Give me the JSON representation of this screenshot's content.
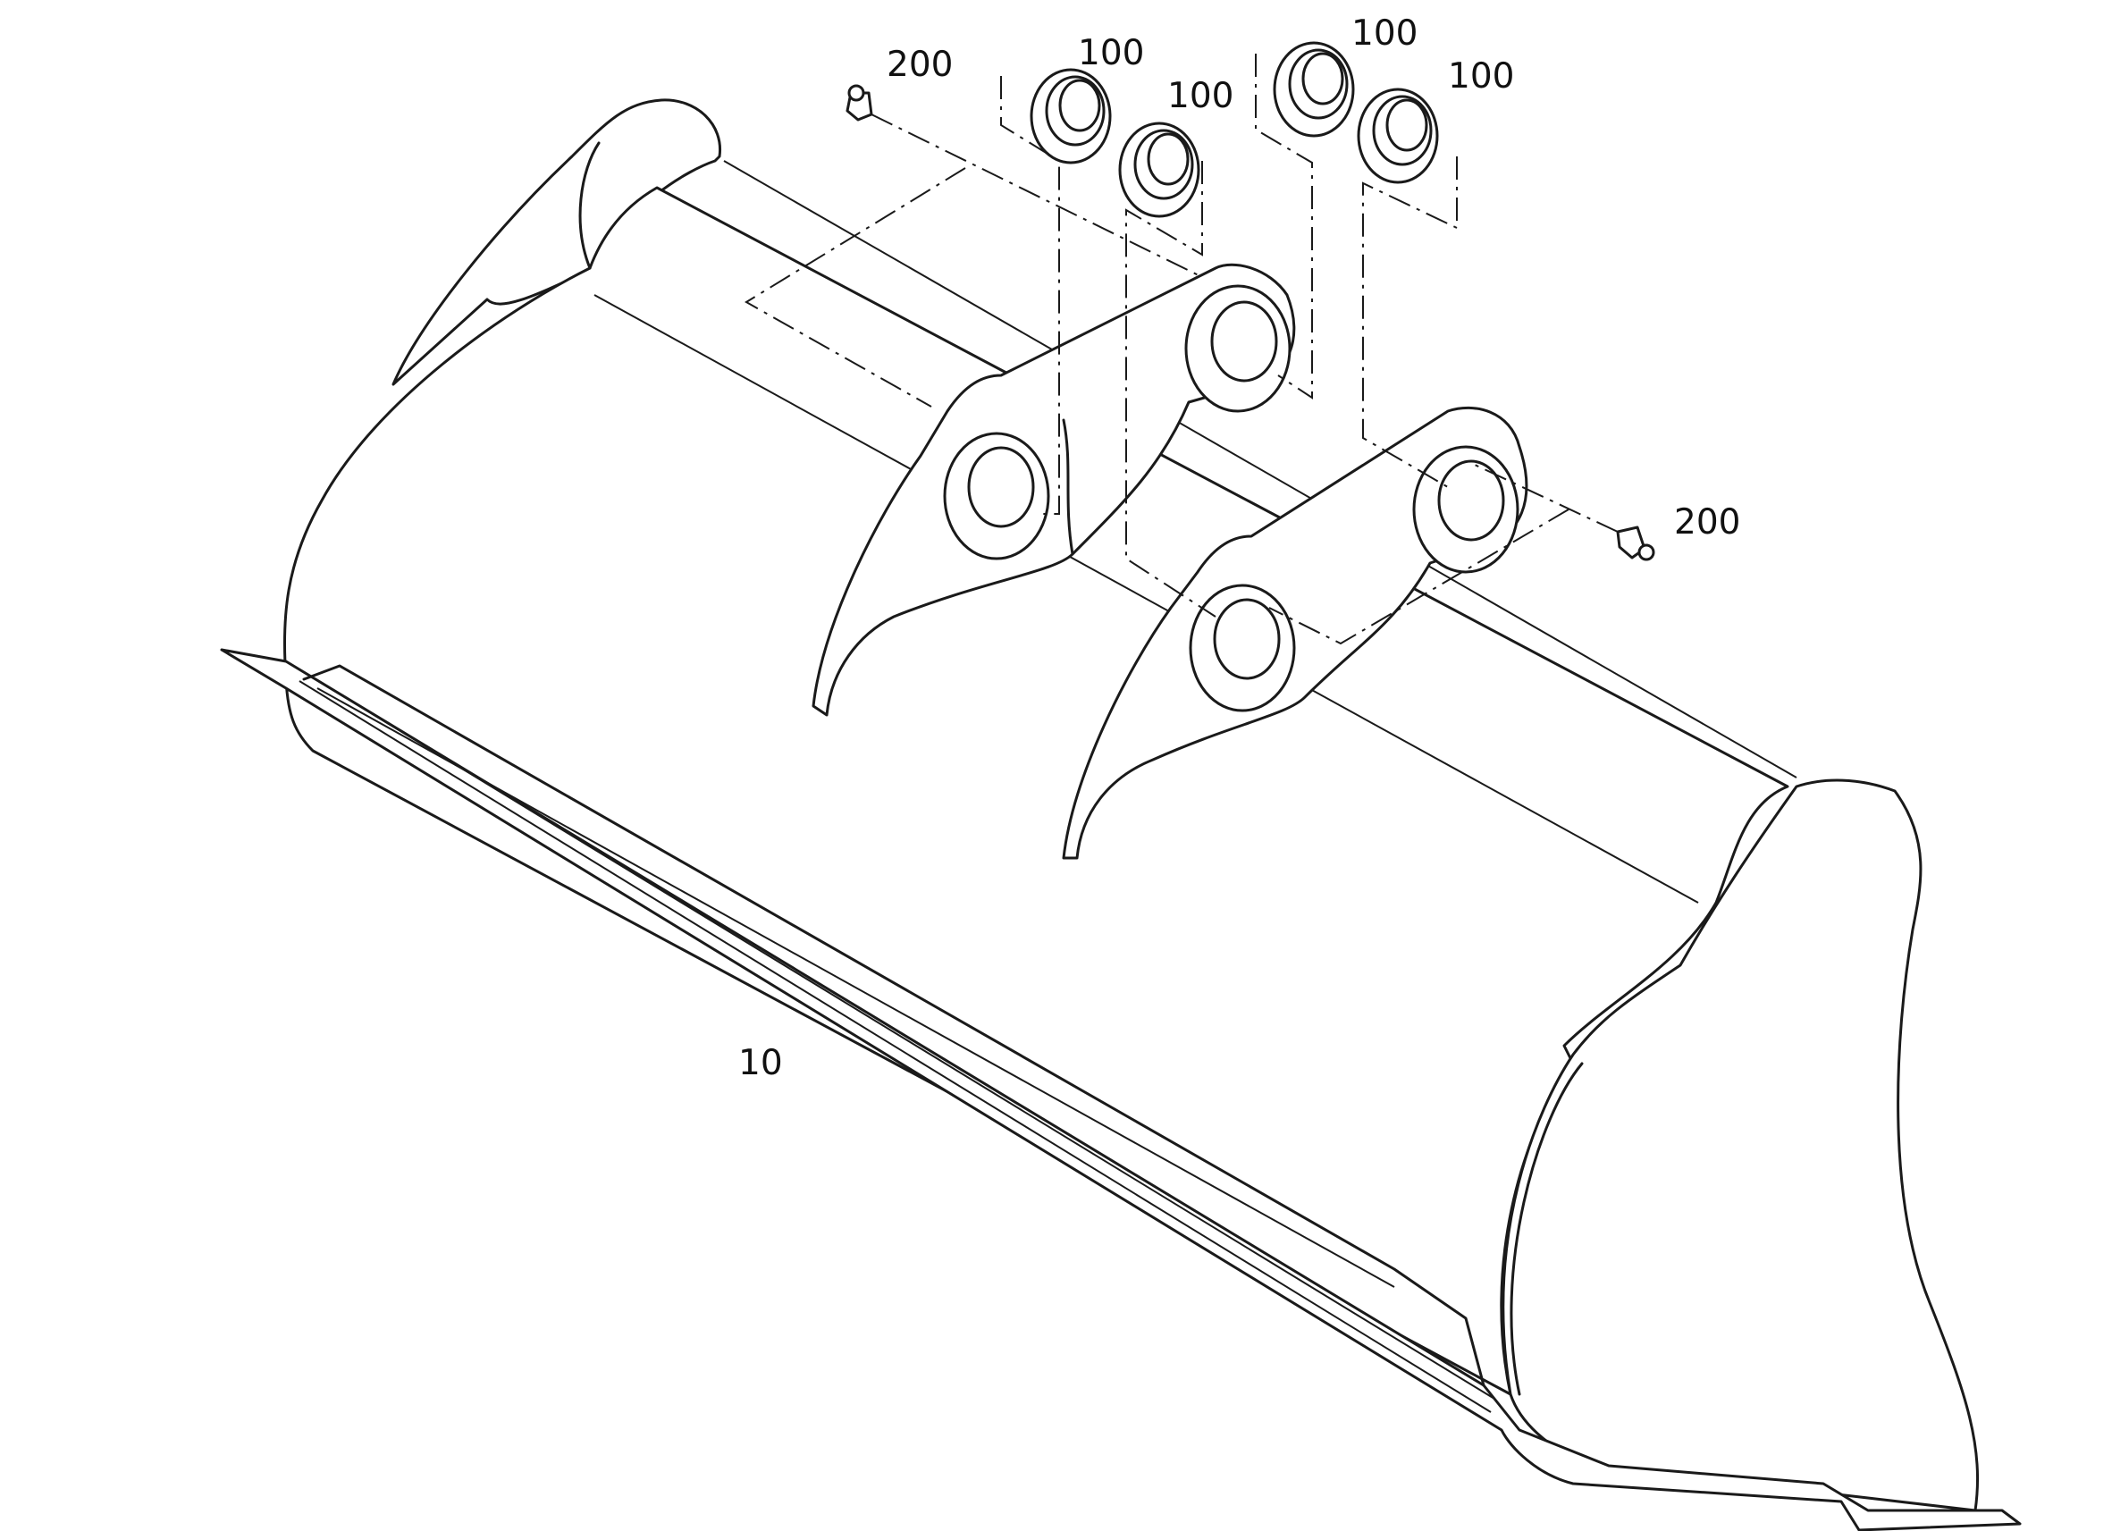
{
  "diagram": {
    "callouts": {
      "part_10": "10",
      "bushing_a": "100",
      "bushing_b": "100",
      "bushing_c": "100",
      "bushing_d": "100",
      "grease_nipple_left": "200",
      "grease_nipple_right": "200"
    },
    "colors": {
      "line": "#1a1a1a",
      "background": "#ffffff"
    }
  }
}
